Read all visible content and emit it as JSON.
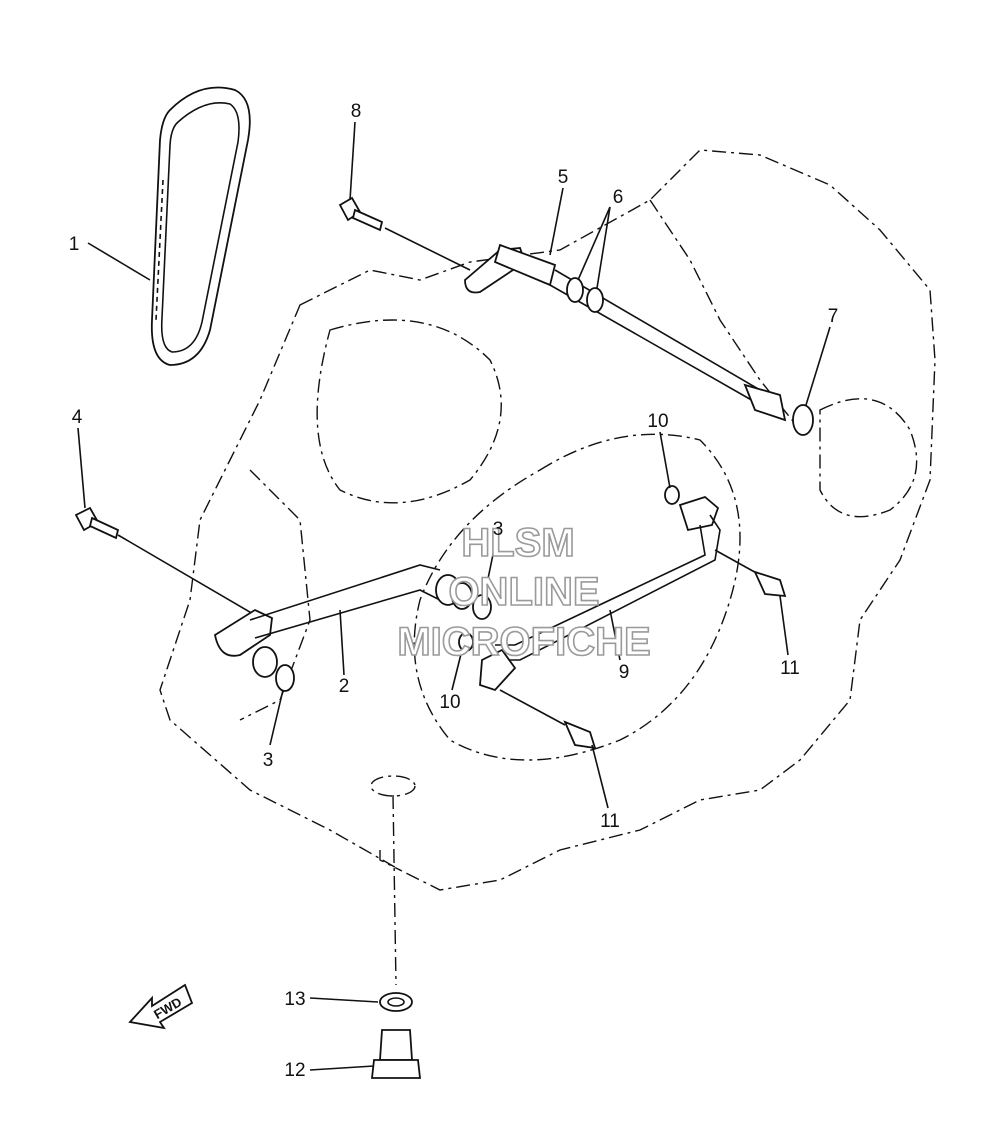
{
  "callouts": [
    {
      "id": "1",
      "label": "1"
    },
    {
      "id": "2",
      "label": "2"
    },
    {
      "id": "3a",
      "label": "3"
    },
    {
      "id": "3b",
      "label": "3"
    },
    {
      "id": "4",
      "label": "4"
    },
    {
      "id": "5",
      "label": "5"
    },
    {
      "id": "6",
      "label": "6"
    },
    {
      "id": "7",
      "label": "7"
    },
    {
      "id": "8",
      "label": "8"
    },
    {
      "id": "9",
      "label": "9"
    },
    {
      "id": "10a",
      "label": "10"
    },
    {
      "id": "10b",
      "label": "10"
    },
    {
      "id": "11a",
      "label": "11"
    },
    {
      "id": "11b",
      "label": "11"
    },
    {
      "id": "12",
      "label": "12"
    },
    {
      "id": "13",
      "label": "13"
    }
  ],
  "watermark": {
    "line1": "HLSM",
    "line2": "ONLINE",
    "line3": "MICROFICHE"
  },
  "direction_indicator": {
    "label": "FWD",
    "icon": "fwd-arrow-icon"
  },
  "colors": {
    "ink": "#111111",
    "watermark_outline": "#9a9a9a",
    "background": "#ffffff"
  }
}
